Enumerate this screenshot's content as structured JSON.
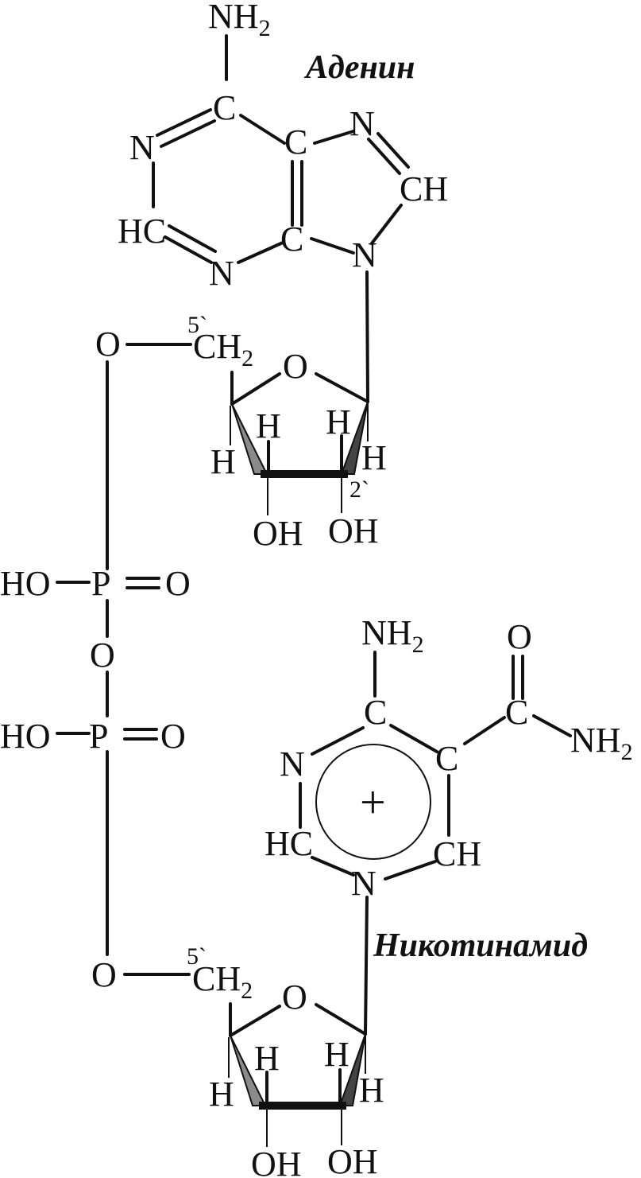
{
  "labels": {
    "adenine": "Аденин",
    "nicotinamide": "Никотинамид"
  },
  "atoms": {
    "N": "N",
    "C": "C",
    "CH": "CH",
    "HC": "HC",
    "H": "H",
    "O": "O",
    "OH": "OH",
    "HO": "HO",
    "P": "P",
    "NH": "NH",
    "CH2main": "CH",
    "sub2": "2",
    "plus": "+"
  },
  "locants": {
    "five_prime": "5`",
    "two_prime": "2`"
  }
}
